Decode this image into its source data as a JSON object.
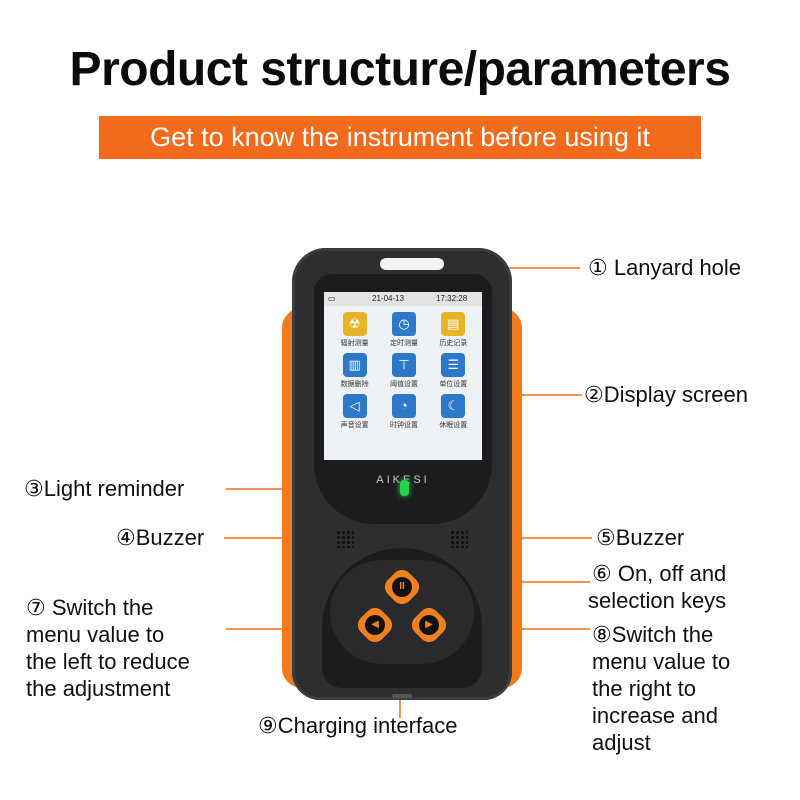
{
  "header": {
    "title": "Product structure/parameters",
    "subtitle": "Get to know the instrument before using it"
  },
  "callouts": {
    "lanyard": "① Lanyard hole",
    "display": "②Display screen",
    "light": "③Light reminder",
    "buzzer_left": "④Buzzer",
    "buzzer_right": "⑤Buzzer",
    "keys_line1": "⑥ On, off and",
    "keys_line2": "selection keys",
    "left_line1": "⑦ Switch the",
    "left_line2": "menu value to",
    "left_line3": "the left to reduce",
    "left_line4": "the adjustment",
    "right_line1": "⑧Switch the",
    "right_line2": "menu value to",
    "right_line3": "the right to",
    "right_line4": "increase and",
    "right_line5": "adjust",
    "charging": "⑨Charging interface"
  },
  "device": {
    "brand": "AIKESI",
    "status_date": "21-04-13",
    "status_time": "17:32:28",
    "menu": [
      {
        "label": "辐射测量",
        "icon": "radiation-icon"
      },
      {
        "label": "定时测量",
        "icon": "timer-icon"
      },
      {
        "label": "历史记录",
        "icon": "history-icon"
      },
      {
        "label": "数据删除",
        "icon": "delete-icon"
      },
      {
        "label": "阈值设置",
        "icon": "threshold-icon"
      },
      {
        "label": "单位设置",
        "icon": "unit-icon"
      },
      {
        "label": "声音设置",
        "icon": "sound-icon"
      },
      {
        "label": "时钟设置",
        "icon": "clock-icon"
      },
      {
        "label": "休眠设置",
        "icon": "sleep-icon"
      }
    ],
    "colors": {
      "accent": "#f26a1b",
      "body": "#2e2e30",
      "led": "#27d34a"
    }
  }
}
